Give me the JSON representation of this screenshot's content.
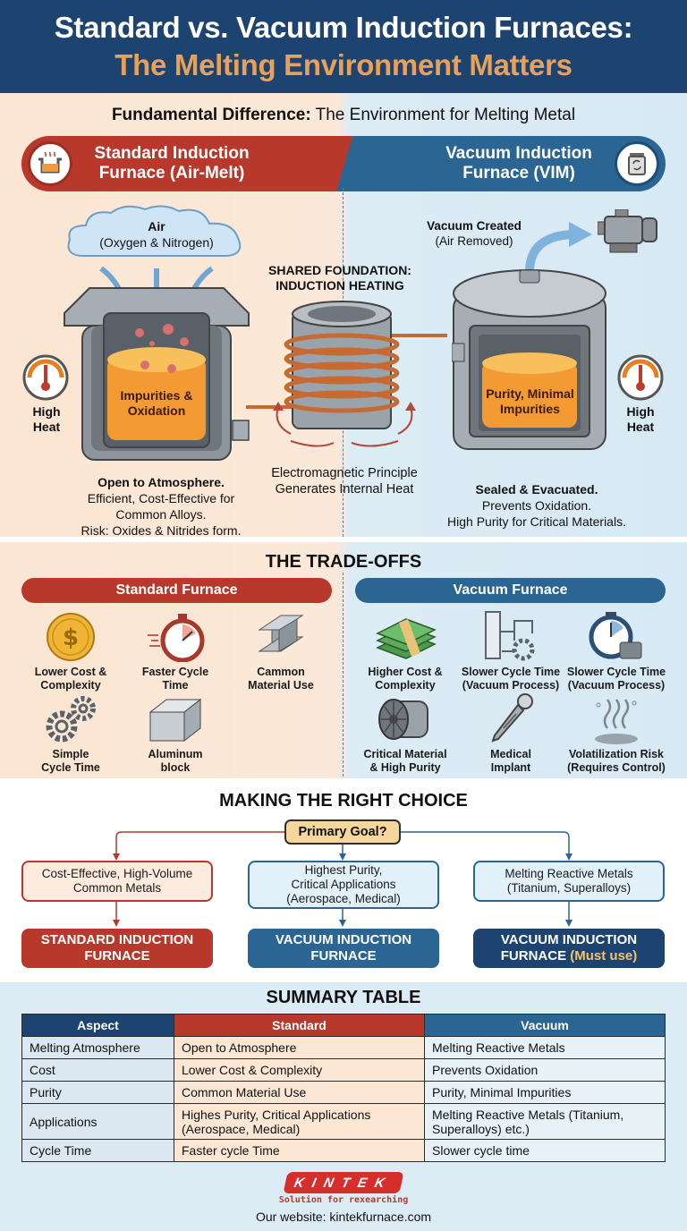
{
  "header": {
    "title_line1": "Standard vs. Vacuum Induction Furnaces:",
    "title_line2": "The Melting Environment Matters",
    "bg_color": "#1d4470",
    "accent_color": "#e8a15a"
  },
  "fundamental": {
    "title_bold": "Fundamental Difference:",
    "title_rest": " The Environment for Melting Metal",
    "standard_banner": {
      "line1": "Standard Induction",
      "line2": "Furnace (Air-Melt)",
      "icon": "crucible-icon",
      "color": "#b8392b"
    },
    "vacuum_banner": {
      "line1": "Vacuum Induction",
      "line2": "Furnace (VIM)",
      "icon": "vacuum-chamber-icon",
      "color": "#2a6593"
    },
    "air_cloud": {
      "line1": "Air",
      "line2": "(Oxygen & Nitrogen)"
    },
    "standard_melt_label": {
      "line1": "Impurities &",
      "line2": "Oxidation"
    },
    "standard_heat": {
      "line1": "High",
      "line2": "Heat"
    },
    "standard_caption": {
      "bold": "Open to Atmosphere.",
      "line2": "Efficient, Cost-Effective for",
      "line3": "Common Alloys.",
      "line4": "Risk: Oxides & Nitrides form."
    },
    "shared": {
      "line1": "SHARED FOUNDATION:",
      "line2": "INDUCTION HEATING"
    },
    "shared_caption": {
      "line1": "Electromagnetic Principle",
      "line2": "Generates Internal Heat"
    },
    "vacuum_created": {
      "line1": "Vacuum Created",
      "line2": "(Air Removed)"
    },
    "vacuum_melt_label": {
      "line1": "Purity, Minimal",
      "line2": "Impurities"
    },
    "vacuum_heat": {
      "line1": "High",
      "line2": "Heat"
    },
    "vacuum_caption": {
      "bold": "Sealed & Evacuated.",
      "line2": "Prevents Oxidation.",
      "line3": "High Purity for Critical Materials."
    }
  },
  "tradeoffs": {
    "title": "THE TRADE-OFFS",
    "standard": {
      "label": "Standard Furnace",
      "items": [
        {
          "icon": "dollar-coin-icon",
          "line1": "Lower Cost &",
          "line2": "Complexity"
        },
        {
          "icon": "stopwatch-icon",
          "line1": "Faster Cycle",
          "line2": "Time"
        },
        {
          "icon": "steel-beam-icon",
          "line1": "Cammon",
          "line2": "Material Use"
        },
        {
          "icon": "gears-icon",
          "line1": "Simple",
          "line2": "Cycle Time"
        },
        {
          "icon": "aluminum-block-icon",
          "line1": "Aluminum",
          "line2": "block"
        }
      ]
    },
    "vacuum": {
      "label": "Vacuum Furnace",
      "items": [
        {
          "icon": "money-stack-icon",
          "line1": "Higher Cost &",
          "line2": "Complexity"
        },
        {
          "icon": "vacuum-system-icon",
          "line1": "Slower Cycle Time",
          "line2": "(Vacuum Process)"
        },
        {
          "icon": "stopwatch-pump-icon",
          "line1": "Slower Cycle Time",
          "line2": "(Vacuum Process)"
        },
        {
          "icon": "jet-engine-icon",
          "line1": "Critical Material",
          "line2": "& High Purity"
        },
        {
          "icon": "medical-implant-icon",
          "line1": "Medical",
          "line2": "Implant"
        },
        {
          "icon": "vapor-icon",
          "line1": "Volatilization Risk",
          "line2": "(Requires Control)"
        }
      ]
    }
  },
  "choice": {
    "title": "MAKING THE RIGHT CHOICE",
    "goal": "Primary Goal?",
    "options": [
      {
        "line1": "Cost-Effective, High-Volume",
        "line2": "Common Metals",
        "line3": "",
        "result1": "STANDARD INDUCTION",
        "result2": "FURNACE",
        "result_accent": ""
      },
      {
        "line1": "Highest Purity,",
        "line2": "Critical Applications",
        "line3": "(Aerospace, Medical)",
        "result1": "VACUUM INDUCTION",
        "result2": "FURNACE",
        "result_accent": ""
      },
      {
        "line1": "Melting Reactive Metals",
        "line2": "(Titanium, Superalloys)",
        "line3": "",
        "result1": "VACUUM INDUCTION",
        "result2": "FURNACE ",
        "result_accent": "(Must use)"
      }
    ]
  },
  "summary": {
    "title": "SUMMARY TABLE",
    "headers": [
      "Aspect",
      "Standard",
      "Vacuum"
    ],
    "rows": [
      [
        "Melting Atmosphere",
        "Open to Atmosphere",
        "Melting Reactive Metals"
      ],
      [
        "Cost",
        "Lower Cost & Complexity",
        "Prevents Oxidation"
      ],
      [
        "Purity",
        "Common Material Use",
        "Purity, Minimal Impurities"
      ],
      [
        "Applications",
        "Highes Purity, Critical Applications (Aerospace, Medical)",
        "Melting Reactive Metals (Titanium, Superalloys) etc.)"
      ],
      [
        "Cycle Time",
        "Faster cycle Time",
        "Slower cycle time"
      ]
    ]
  },
  "footer": {
    "logo": "KINTEK",
    "tagline": "Solution for rexearching",
    "website": "Our website: kintekfurnace.com"
  }
}
